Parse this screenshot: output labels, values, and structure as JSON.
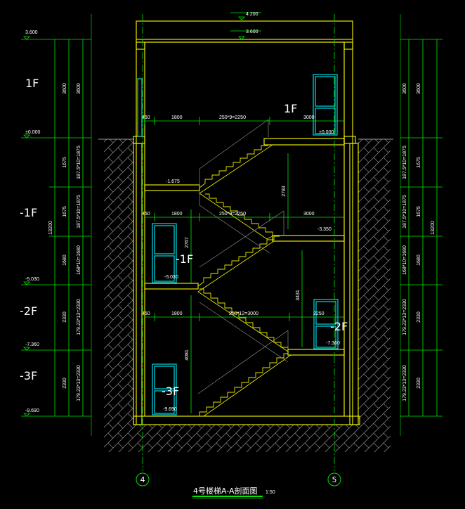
{
  "roof": {
    "top_level": "4.200",
    "inner_level": "3.600"
  },
  "levels_left": [
    "3.600",
    "±0.000",
    "-5.030",
    "-7.360",
    "-9.690"
  ],
  "levels_inner": [
    "-1.675",
    "-3.350",
    "-5.030",
    "-7.360",
    "-9.690",
    "±0.000"
  ],
  "floor_labels_left": [
    "1F",
    "-1F",
    "-2F",
    "-3F"
  ],
  "floor_labels_inner": [
    "1F",
    "-1F",
    "-2F",
    "-3F"
  ],
  "dims_left_outer": [
    "3600",
    "1675",
    "1675",
    "1680",
    "2330",
    "2330"
  ],
  "dims_left_inner": [
    "3600",
    "187.5*10=1875",
    "187.5*10=1875",
    "168*10=1680",
    "179.23*13=2330",
    "179.23*13=2330"
  ],
  "total_height": "13200",
  "dims_right_outer": [
    "3600",
    "1675",
    "1675",
    "1680",
    "2330",
    "2330"
  ],
  "dims_right_inner": [
    "3600",
    "187.5*10=1875",
    "187.5*10=1875",
    "168*10=1680",
    "179.23*13=2330",
    "179.23*13=2330"
  ],
  "horiz_dims_1": [
    "450",
    "1800",
    "250*9=2250",
    "3000"
  ],
  "horiz_dims_2": [
    "450",
    "1800",
    "250*9=2250",
    "3000"
  ],
  "horiz_dims_3": [
    "450",
    "1800",
    "250*12=3000",
    "2250"
  ],
  "vert_dims": [
    "2783",
    "2767",
    "3431",
    "4081"
  ],
  "axes": [
    "4",
    "5"
  ],
  "title": "4号楼梯A-A剖面图",
  "scale": "1:50"
}
